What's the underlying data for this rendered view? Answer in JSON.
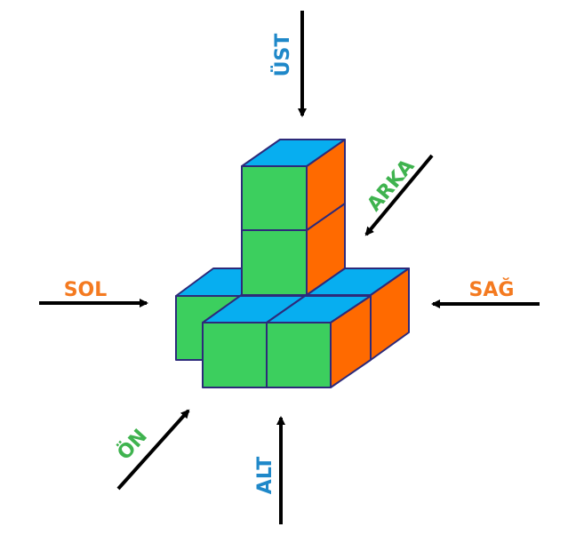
{
  "labels": {
    "top": "ÜST",
    "back": "ARKA",
    "left": "SOL",
    "right": "SAĞ",
    "front": "ÖN",
    "bottom": "ALT"
  },
  "colors": {
    "front_face": "#3ccf5e",
    "side_face": "#ff6a00",
    "top_face": "#07aef0",
    "edge": "#2d2a7a",
    "arrow": "#000000",
    "label_blue": "#1f88c9",
    "label_orange": "#f47a20",
    "label_green": "#3fb34f",
    "label_outline": "#ffffff"
  }
}
